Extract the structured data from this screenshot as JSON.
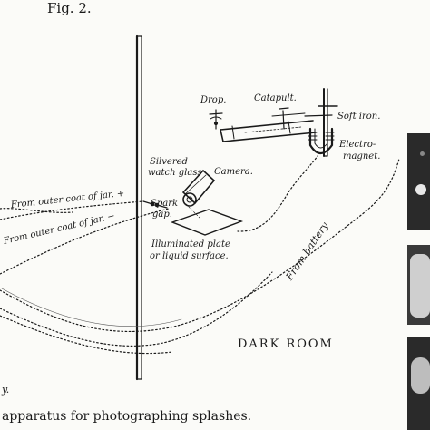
{
  "figure_label": "Fig. 2.",
  "labels": {
    "drop": "Drop.",
    "catapult": "Catapult.",
    "soft_iron": "Soft iron.",
    "electro": "Electro-",
    "magnet": "magnet.",
    "silvered": "Silvered",
    "watch_glass": "watch glass",
    "camera": "Camera.",
    "spark": "Spark",
    "gap": "gap.",
    "outer_coat_plus": "From outer coat of jar. +",
    "outer_coat_minus": "From outer coat of jar. −",
    "illuminated_plate": "Illuminated plate",
    "liquid_surface": "or liquid surface.",
    "from_battery": "From battery"
  },
  "room_label": "DARK  ROOM",
  "caption": "apparatus for photographing splashes.",
  "edge_fragment": "y.",
  "colors": {
    "ink": "#1a1a1a",
    "paper": "#fbfbf8",
    "photo_dark": "#2a2a2a"
  }
}
